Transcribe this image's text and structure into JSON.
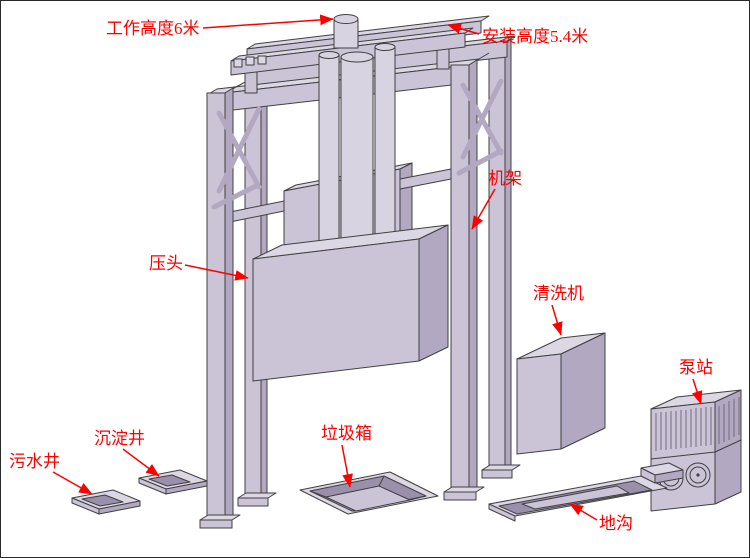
{
  "palette": {
    "background": "#ffffff",
    "label_color": "#ff0000",
    "outline": "#404040",
    "face_top": "#dcd7e4",
    "face_front": "#cbc4d7",
    "face_side": "#b2a8c2",
    "face_inner": "#9a90ac",
    "cylinder": "#d8d3e0"
  },
  "labels": {
    "working_height": "工作高度6米",
    "install_height": "安装高度5.4米",
    "frame": "机架",
    "press_head": "压头",
    "washer": "清洗机",
    "pump_station": "泵站",
    "garbage_bin": "垃圾箱",
    "sedimentation_well": "沉淀井",
    "sewage_well": "污水井",
    "trench": "地沟"
  }
}
